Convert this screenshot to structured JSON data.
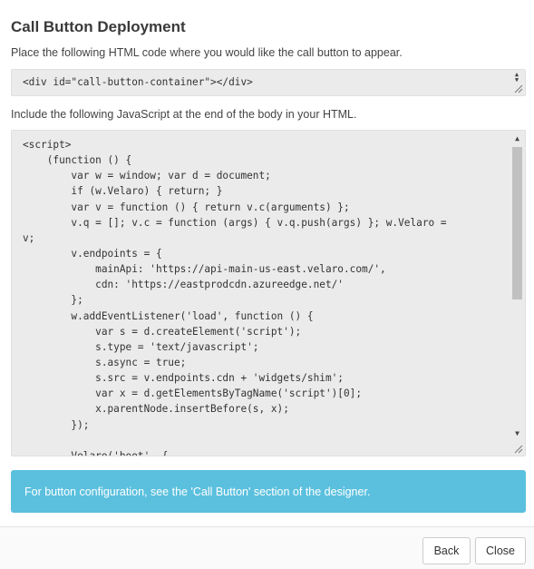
{
  "dialog": {
    "title": "Call Button Deployment",
    "html_instruction": "Place the following HTML code where you would like the call button to appear.",
    "html_code": "<div id=\"call-button-container\"></div>",
    "js_instruction": "Include the following JavaScript at the end of the body in your HTML.",
    "js_code_lines": [
      "<script>",
      "    (function () {",
      "        var w = window; var d = document;",
      "        if (w.Velaro) { return; }",
      "        var v = function () { return v.c(arguments) };",
      "        v.q = []; v.c = function (args) { v.q.push(args) }; w.Velaro =",
      "v;",
      "        v.endpoints = {",
      "            mainApi: 'https://api-main-us-east.velaro.com/',",
      "            cdn: 'https://eastprodcdn.azureedge.net/'",
      "        };",
      "        w.addEventListener('load', function () {",
      "            var s = d.createElement('script');",
      "            s.type = 'text/javascript';",
      "            s.async = true;",
      "            s.src = v.endpoints.cdn + 'widgets/shim';",
      "            var x = d.getElementsByTagName('script')[0];",
      "            x.parentNode.insertBefore(s, x);",
      "        });",
      "",
      "        Velaro('boot', {"
    ],
    "info_message": "For button configuration, see the 'Call Button' section of the designer.",
    "buttons": {
      "back": "Back",
      "close": "Close"
    }
  },
  "colors": {
    "info_background": "#5bc0de",
    "code_background": "#ebebeb"
  }
}
